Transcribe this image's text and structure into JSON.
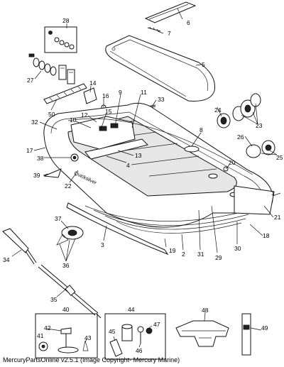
{
  "callouts": [
    "1",
    "2",
    "3",
    "4",
    "5",
    "6",
    "7",
    "8",
    "9",
    "10",
    "11",
    "12",
    "13",
    "14",
    "15",
    "16",
    "17",
    "18",
    "19",
    "20",
    "21",
    "22",
    "23",
    "24",
    "25",
    "26",
    "27",
    "28",
    "29",
    "30",
    "31",
    "32",
    "33",
    "34",
    "35",
    "36",
    "37",
    "38",
    "39",
    "40",
    "41",
    "42",
    "43",
    "44",
    "45",
    "46",
    "47",
    "48",
    "49",
    "50"
  ],
  "boat_brand_text": "Quicksilver",
  "caption": "MercuryPartsOnline v2.5.1 (Image Copyright- Mercury Marine)"
}
